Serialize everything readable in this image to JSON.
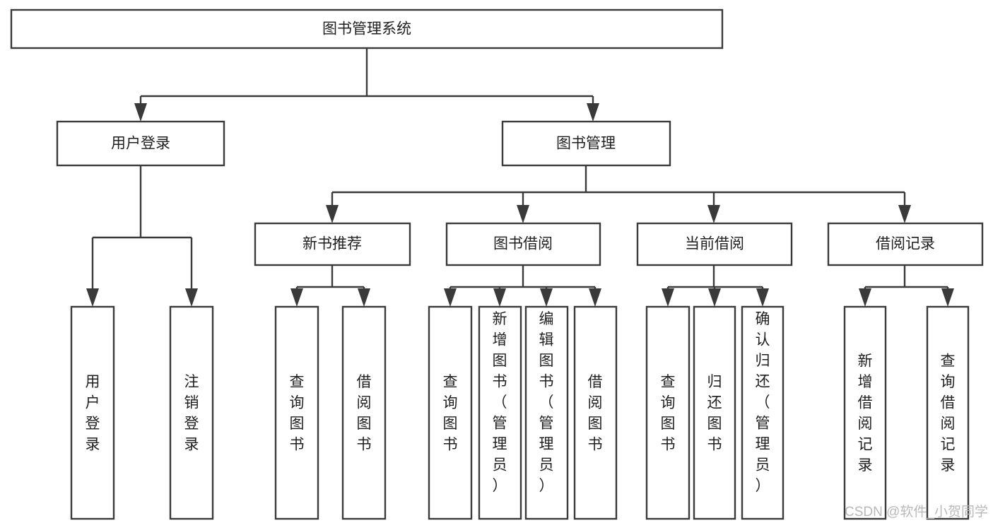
{
  "diagram": {
    "type": "tree",
    "title": "图书管理系统",
    "orientation": "top-down",
    "colors": {
      "stroke": "#3a3a3a",
      "box_fill": "#ffffff",
      "text": "#1f1f1f",
      "background": "#ffffff",
      "watermark": "#b9b9b9"
    },
    "nodes": {
      "root": {
        "label": "图书管理系统",
        "level": 0,
        "orientation": "horizontal"
      },
      "user_login": {
        "label": "用户登录",
        "level": 1,
        "orientation": "horizontal"
      },
      "book_manage": {
        "label": "图书管理",
        "level": 1,
        "orientation": "horizontal"
      },
      "new_book_rec": {
        "label": "新书推荐",
        "level": 2,
        "orientation": "horizontal"
      },
      "book_borrow": {
        "label": "图书借阅",
        "level": 2,
        "orientation": "horizontal"
      },
      "current_borrow": {
        "label": "当前借阅",
        "level": 2,
        "orientation": "horizontal"
      },
      "borrow_record": {
        "label": "借阅记录",
        "level": 2,
        "orientation": "horizontal"
      },
      "leaf_user_login": {
        "label": "用户登录",
        "level": 3,
        "orientation": "vertical",
        "align": "middle"
      },
      "leaf_logout": {
        "label": "注销登录",
        "level": 3,
        "orientation": "vertical",
        "align": "middle"
      },
      "leaf_query_book_1": {
        "label": "查询图书",
        "level": 3,
        "orientation": "vertical",
        "align": "middle"
      },
      "leaf_borrow_book_1": {
        "label": "借阅图书",
        "level": 3,
        "orientation": "vertical",
        "align": "middle"
      },
      "leaf_query_book_2": {
        "label": "查询图书",
        "level": 3,
        "orientation": "vertical",
        "align": "middle"
      },
      "leaf_add_book": {
        "label": "新增图书（管理员）",
        "level": 3,
        "orientation": "vertical",
        "align": "top"
      },
      "leaf_edit_book": {
        "label": "编辑图书（管理员）",
        "level": 3,
        "orientation": "vertical",
        "align": "top"
      },
      "leaf_borrow_book_2": {
        "label": "借阅图书",
        "level": 3,
        "orientation": "vertical",
        "align": "middle"
      },
      "leaf_query_book_3": {
        "label": "查询图书",
        "level": 3,
        "orientation": "vertical",
        "align": "middle"
      },
      "leaf_return_book": {
        "label": "归还图书",
        "level": 3,
        "orientation": "vertical",
        "align": "middle"
      },
      "leaf_confirm_return": {
        "label": "确认归还（管理员）",
        "level": 3,
        "orientation": "vertical",
        "align": "top"
      },
      "leaf_add_record": {
        "label": "新增借阅记录",
        "level": 3,
        "orientation": "vertical",
        "align": "middle"
      },
      "leaf_query_record": {
        "label": "查询借阅记录",
        "level": 3,
        "orientation": "vertical",
        "align": "middle"
      }
    },
    "edges": [
      {
        "from": "root",
        "to": "user_login"
      },
      {
        "from": "root",
        "to": "book_manage"
      },
      {
        "from": "book_manage",
        "to": "new_book_rec"
      },
      {
        "from": "book_manage",
        "to": "book_borrow"
      },
      {
        "from": "book_manage",
        "to": "current_borrow"
      },
      {
        "from": "book_manage",
        "to": "borrow_record"
      },
      {
        "from": "user_login",
        "to": "leaf_user_login"
      },
      {
        "from": "user_login",
        "to": "leaf_logout"
      },
      {
        "from": "new_book_rec",
        "to": "leaf_query_book_1"
      },
      {
        "from": "new_book_rec",
        "to": "leaf_borrow_book_1"
      },
      {
        "from": "book_borrow",
        "to": "leaf_query_book_2"
      },
      {
        "from": "book_borrow",
        "to": "leaf_add_book"
      },
      {
        "from": "book_borrow",
        "to": "leaf_edit_book"
      },
      {
        "from": "book_borrow",
        "to": "leaf_borrow_book_2"
      },
      {
        "from": "current_borrow",
        "to": "leaf_query_book_3"
      },
      {
        "from": "current_borrow",
        "to": "leaf_return_book"
      },
      {
        "from": "current_borrow",
        "to": "leaf_confirm_return"
      },
      {
        "from": "borrow_record",
        "to": "leaf_add_record"
      },
      {
        "from": "borrow_record",
        "to": "leaf_query_record"
      }
    ]
  },
  "watermark": {
    "label": "CSDN @软件_小贺同学"
  }
}
